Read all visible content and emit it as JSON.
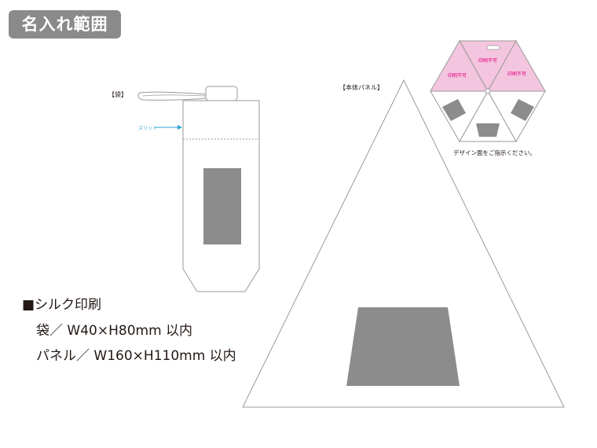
{
  "header": {
    "badge": "名入れ範囲"
  },
  "bag": {
    "label": "【袋】",
    "slit_label": "スリット"
  },
  "panel": {
    "label": "【本体パネル】"
  },
  "umbrella": {
    "no_print": [
      "印刷不可",
      "印刷不可",
      "印刷不可"
    ],
    "caption": "デザイン面をご指示ください。"
  },
  "spec": {
    "method": "■シルク印刷",
    "bag_area": "袋／ W40×H80mm 以内",
    "panel_area": "パネル／ W160×H110mm 以内"
  },
  "colors": {
    "badge_bg": "#8a8a8a",
    "print_area": "#8c8c8c",
    "no_print_fill": "#f4c5df",
    "no_print_text": "#e4007f",
    "slit_arrow": "#29a3d6",
    "outline": "#9a9a9a"
  }
}
